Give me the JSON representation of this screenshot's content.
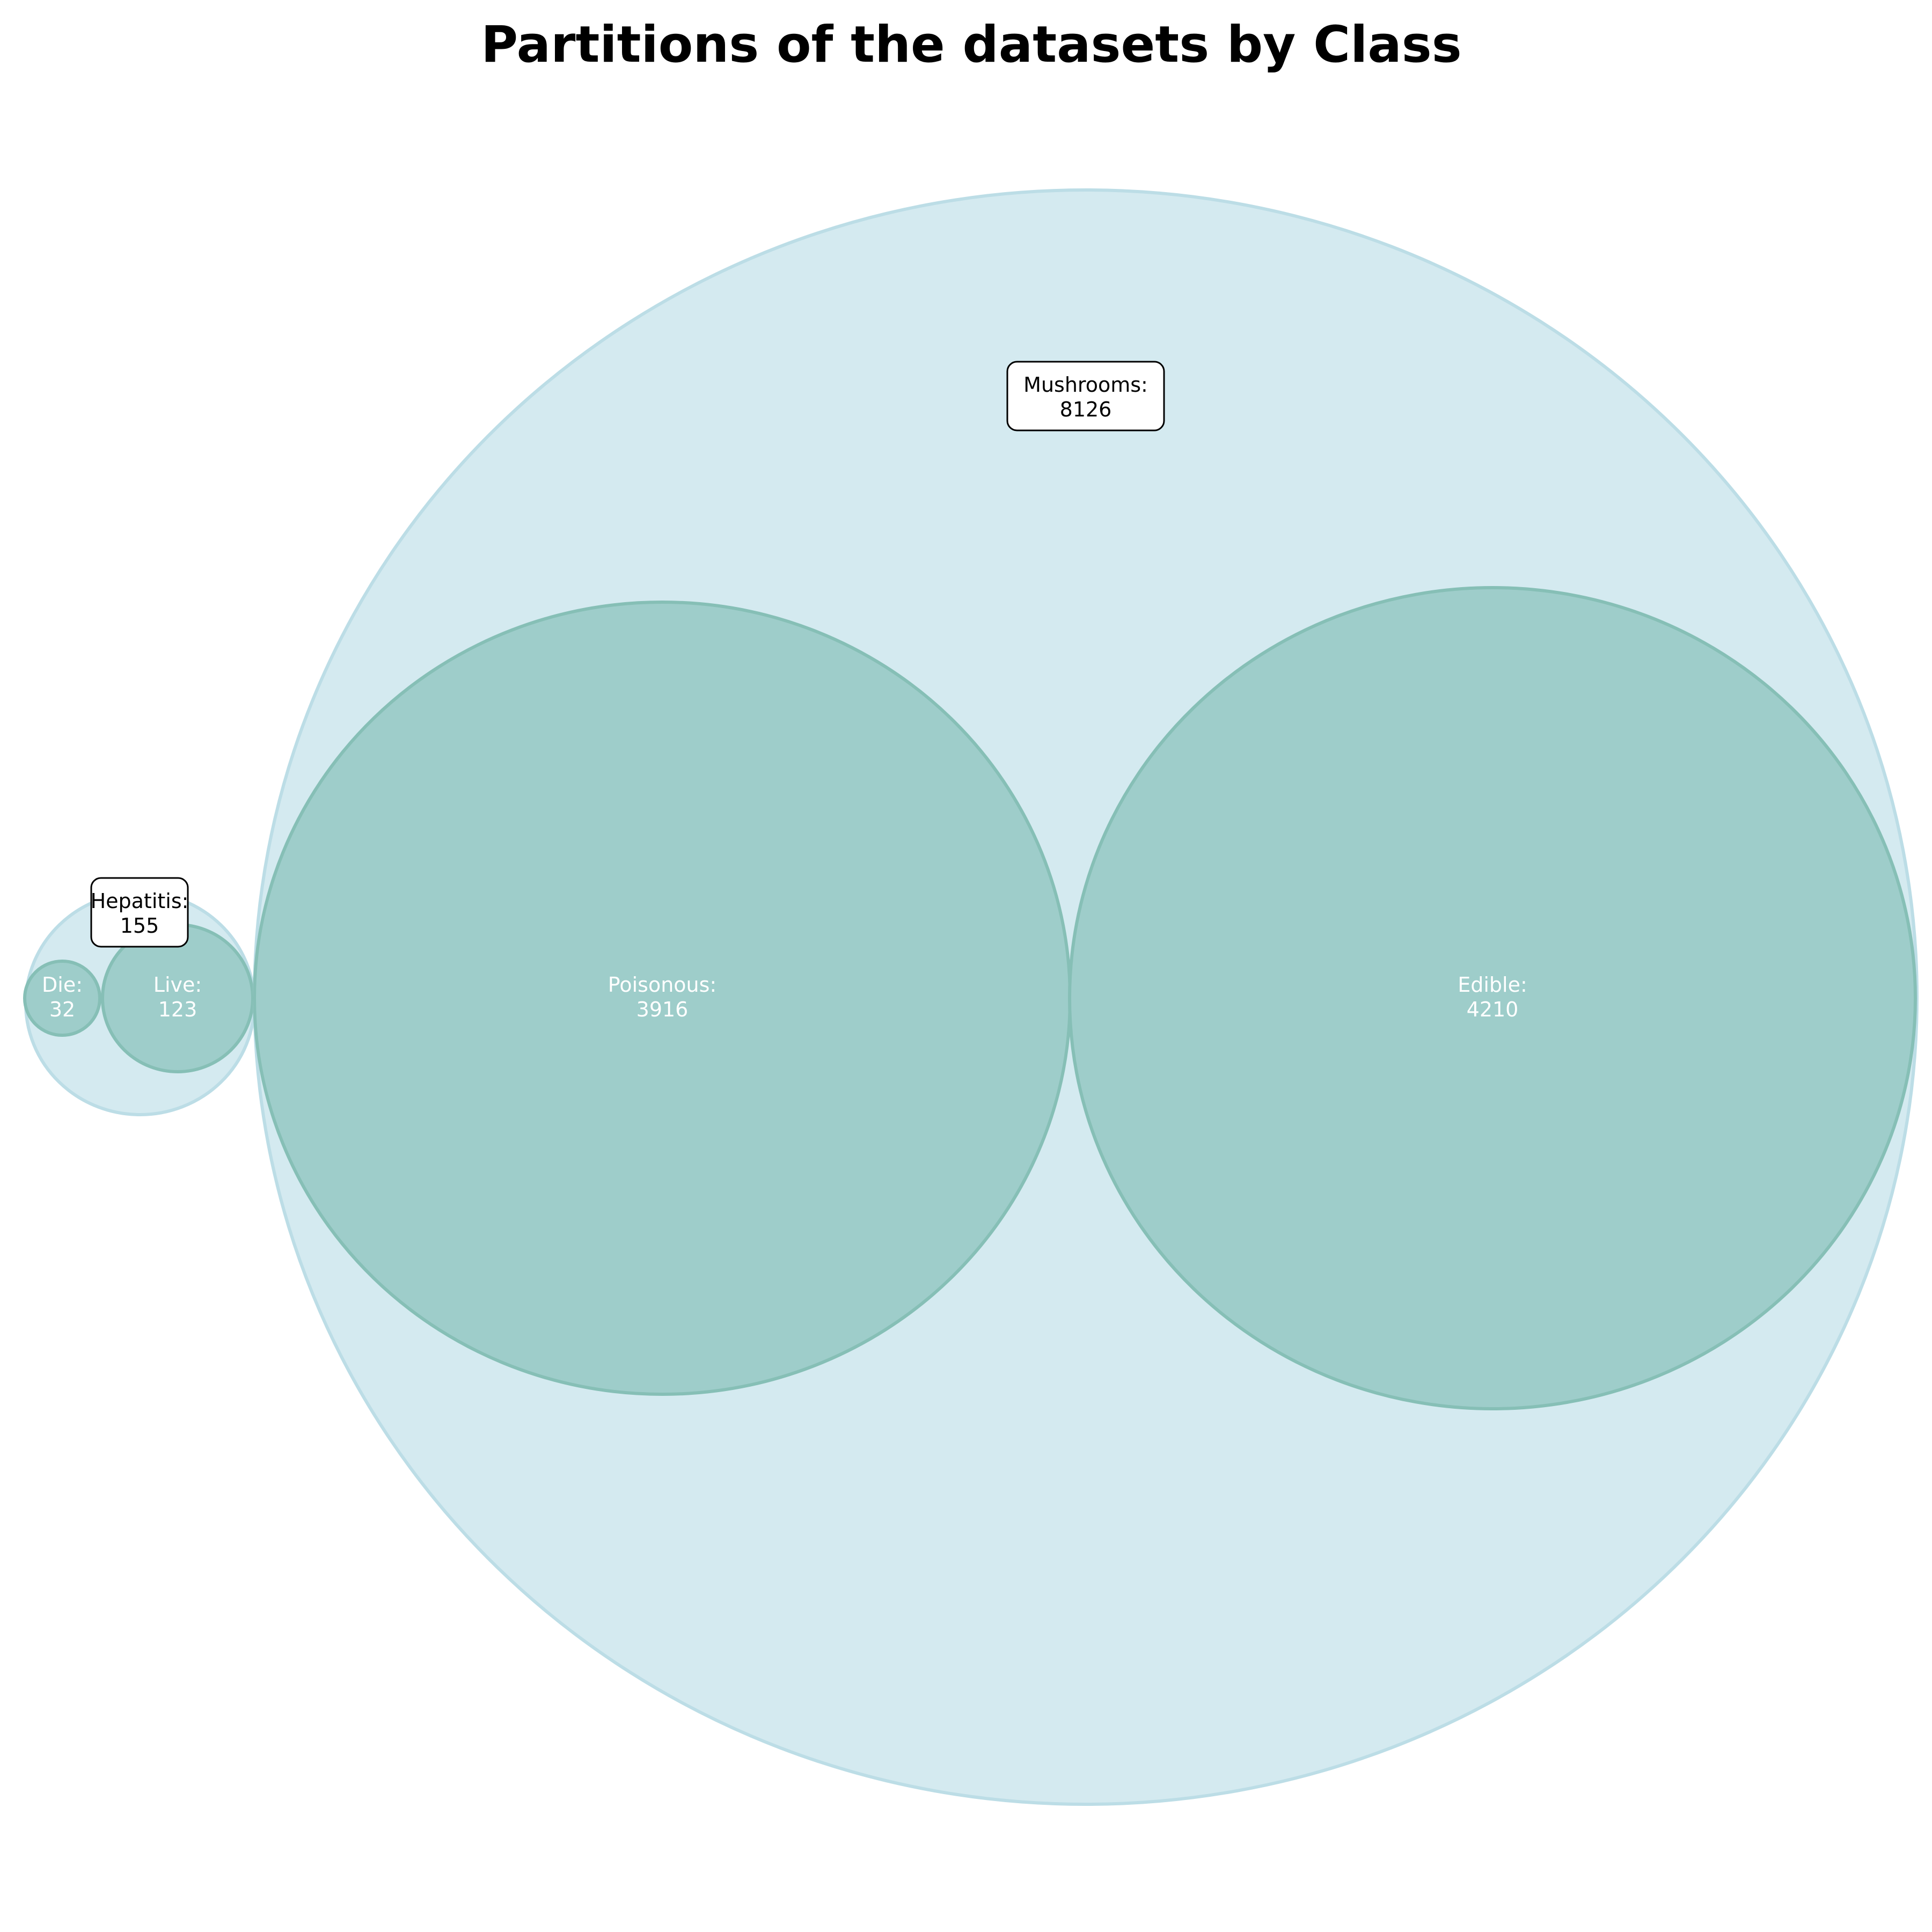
{
  "chart_data": {
    "type": "circle-packing",
    "title": "Partitions of the datasets by Class",
    "groups": [
      {
        "name": "Hepatitis",
        "total": 155,
        "children": [
          {
            "name": "Die",
            "value": 32
          },
          {
            "name": "Live",
            "value": 123
          }
        ]
      },
      {
        "name": "Mushrooms",
        "total": 8126,
        "children": [
          {
            "name": "Poisonous",
            "value": 3916
          },
          {
            "name": "Edible",
            "value": 4210
          }
        ]
      }
    ],
    "colors": {
      "outer_fill": "#d4eaf0",
      "outer_stroke": "#bcdde6",
      "inner_fill": "#9ecdca",
      "inner_stroke": "#86bfb6"
    }
  }
}
